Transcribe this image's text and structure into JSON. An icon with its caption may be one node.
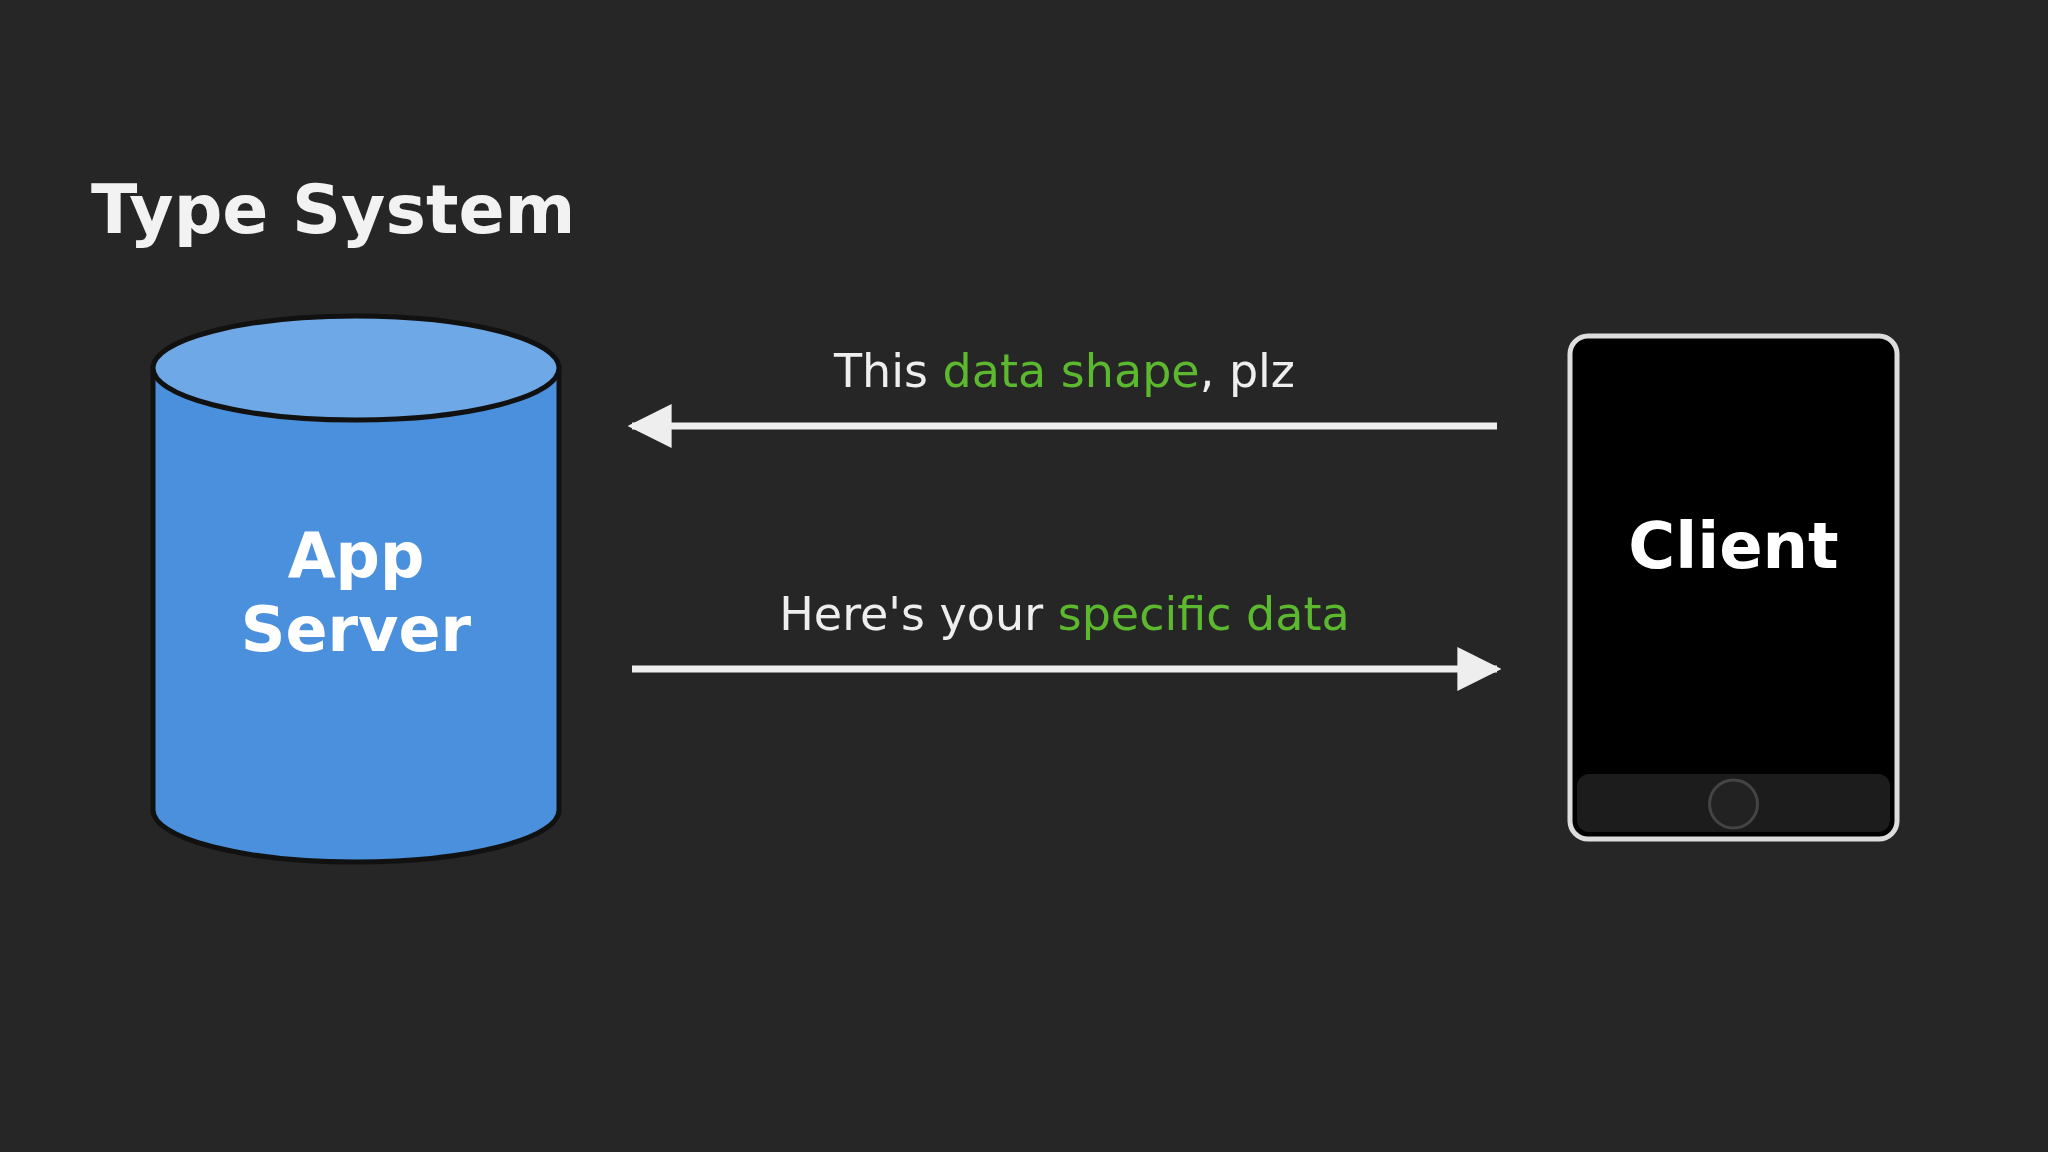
{
  "diagram": {
    "title": "Type System",
    "nodes": [
      {
        "text": [
          "App Server"
        ]
      },
      {
        "text": [
          "Client"
        ]
      }
    ],
    "edges": [
      {
        "from": 1,
        "to": 0,
        "arrow": "to",
        "label": "This *data shape*, plz"
      },
      {
        "from": 0,
        "to": 1,
        "arrow": "to",
        "label": "Here's your *specific data*"
      }
    ]
  }
}
